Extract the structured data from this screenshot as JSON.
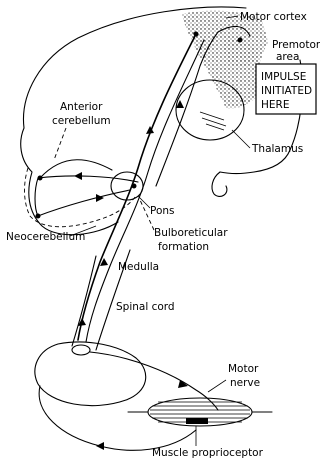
{
  "labels": {
    "motor_cortex": "Motor cortex",
    "premotor_line1": "Premotor",
    "premotor_line2": "area",
    "impulse_line1": "IMPULSE",
    "impulse_line2": "INITIATED",
    "impulse_line3": "HERE",
    "thalamus": "Thalamus",
    "anterior_cerebellum_line1": "Anterior",
    "anterior_cerebellum_line2": "cerebellum",
    "pons": "Pons",
    "neocerebellum": "Neocerebellum",
    "bulboreticular_line1": "Bulboreticular",
    "bulboreticular_line2": "formation",
    "medulla": "Medulla",
    "spinal_cord": "Spinal cord",
    "motor_nerve_line1": "Motor",
    "motor_nerve_line2": "nerve",
    "muscle_proprioceptor": "Muscle proprioceptor"
  }
}
